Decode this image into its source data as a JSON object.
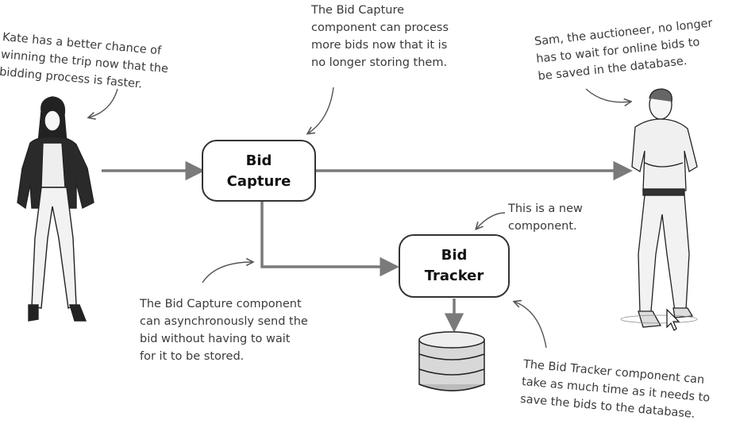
{
  "components": {
    "bid_capture": {
      "line1": "Bid",
      "line2": "Capture"
    },
    "bid_tracker": {
      "line1": "Bid",
      "line2": "Tracker"
    }
  },
  "annotations": {
    "kate": [
      "Kate has a better chance of",
      "winning the trip now that the",
      "bidding process is faster."
    ],
    "bid_capture_note": [
      "The Bid Capture",
      "component can process",
      "more bids now that it is",
      "no longer storing them."
    ],
    "sam": [
      "Sam, the auctioneer, no longer",
      "has to wait for online bids to",
      "be saved in the database."
    ],
    "new_component": [
      "This is a new",
      "component."
    ],
    "async_note": [
      "The Bid Capture component",
      "can asynchronously send the",
      "bid without having to wait",
      "for it to be stored."
    ],
    "tracker_note": [
      "The Bid Tracker component can",
      "take as much time as it needs to",
      "save the bids to the database."
    ]
  },
  "icons": {
    "kate": "person-woman-icon",
    "sam": "person-man-icon",
    "database": "database-icon",
    "cursor": "mouse-cursor-icon"
  },
  "colors": {
    "arrow": "#7a7a7a",
    "box_border": "#333333",
    "text": "#3a3a3a"
  }
}
